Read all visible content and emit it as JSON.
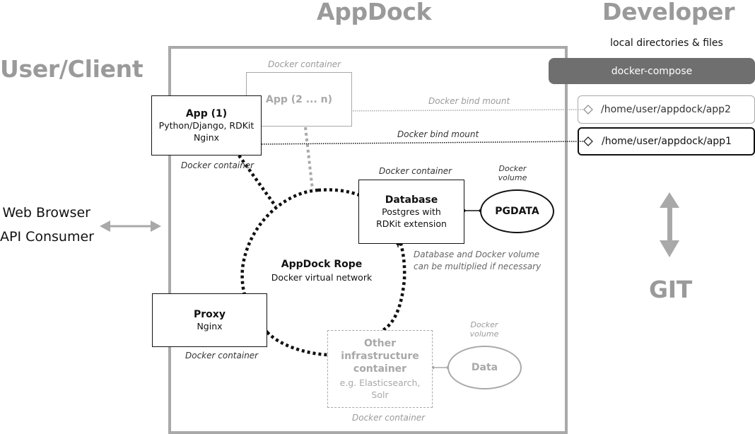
{
  "sections": {
    "appdock": "AppDock",
    "developer": "Developer",
    "client": "User/Client"
  },
  "developer": {
    "local_label": "local directories & files",
    "compose_label": "docker-compose",
    "path_app2": "/home/user/appdock/app2",
    "path_app1": "/home/user/appdock/app1",
    "git_label": "GIT"
  },
  "client": {
    "line1": "Web Browser",
    "line2": "API Consumer"
  },
  "notes": {
    "docker_container": "Docker container",
    "docker_bind_mount": "Docker bind mount",
    "docker_volume": "Docker\nvolume",
    "multiply": "Database and Docker volume\ncan be multiplied if necessary"
  },
  "app1": {
    "title": "App (1)",
    "line1": "Python/Django, RDKit",
    "line2": "Nginx"
  },
  "app2": {
    "title": "App (2 ... n)"
  },
  "database": {
    "title": "Database",
    "line1": "Postgres with",
    "line2": "RDKit extension"
  },
  "pgdata": "PGDATA",
  "rope": {
    "title": "AppDock Rope",
    "subtitle": "Docker virtual network"
  },
  "proxy": {
    "title": "Proxy",
    "line1": "Nginx"
  },
  "other": {
    "title": "Other infrastructure container",
    "line1": "e.g. Elasticsearch, Solr"
  },
  "data_volume": "Data"
}
